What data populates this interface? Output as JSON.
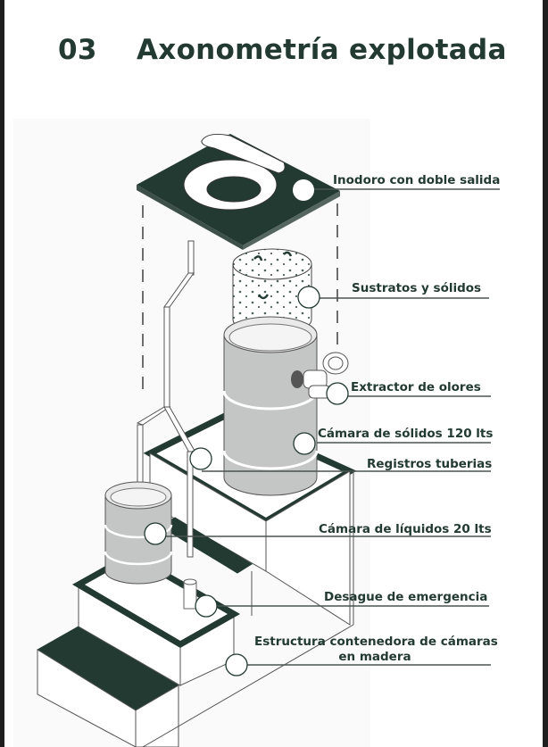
{
  "header": {
    "section_number": "03",
    "title": "Axonometría explotada"
  },
  "figure": {
    "name": "Exploded axonometric of dry composting toilet system",
    "colors": {
      "dark_green": "#233a33",
      "barrel_gray": "#c3c6c4",
      "line_gray": "#4a5451",
      "page": "#ffffff"
    },
    "callouts": [
      {
        "id": "inodoro",
        "label": "Inodoro con doble salida"
      },
      {
        "id": "sustratos",
        "label": "Sustratos y sólidos"
      },
      {
        "id": "extractor",
        "label": "Extractor de olores"
      },
      {
        "id": "camara-solidos",
        "label": "Cámara de sólidos 120 lts"
      },
      {
        "id": "registros",
        "label": "Registros tuberias"
      },
      {
        "id": "camara-liquidos",
        "label": "Cámara de líquidos 20 lts"
      },
      {
        "id": "desague",
        "label": "Desague de emergencia"
      },
      {
        "id": "estructura",
        "label_line1": "Estructura contenedora de cámaras",
        "label_line2": "en madera"
      }
    ]
  }
}
